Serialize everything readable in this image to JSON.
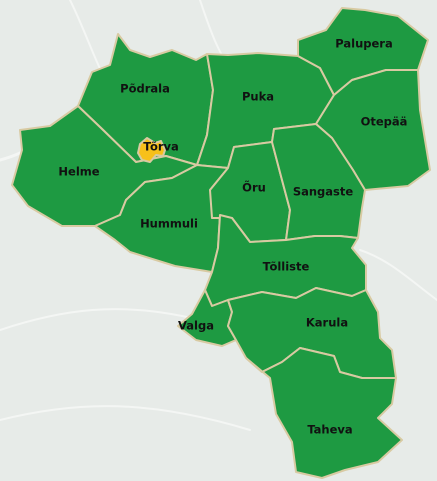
{
  "map": {
    "colors": {
      "background": "#e7ebe8",
      "region_fill": "#1e9a42",
      "highlight_fill": "#f7c01b",
      "border": "#d8caa2"
    },
    "highlighted_parish": "Tõrva",
    "parishes": [
      {
        "id": "podrala",
        "name": "Põdrala"
      },
      {
        "id": "puka",
        "name": "Puka"
      },
      {
        "id": "palupera",
        "name": "Palupera"
      },
      {
        "id": "otepaa",
        "name": "Otepää"
      },
      {
        "id": "torva",
        "name": "Tõrva"
      },
      {
        "id": "helme",
        "name": "Helme"
      },
      {
        "id": "oru",
        "name": "Õru"
      },
      {
        "id": "sangaste",
        "name": "Sangaste"
      },
      {
        "id": "hummuli",
        "name": "Hummuli"
      },
      {
        "id": "tolliste",
        "name": "Tõlliste"
      },
      {
        "id": "valga",
        "name": "Valga"
      },
      {
        "id": "karula",
        "name": "Karula"
      },
      {
        "id": "taheva",
        "name": "Taheva"
      }
    ]
  }
}
